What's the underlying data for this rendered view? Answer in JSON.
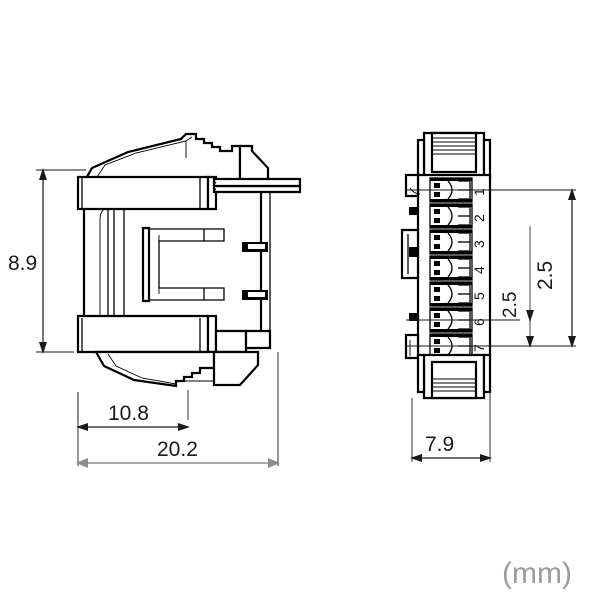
{
  "drawing": {
    "title": "connector-dimensional-drawing",
    "units_label": "(mm)",
    "units_color": "#9b9b9b",
    "line_color": "#000000",
    "dim_color": "#1a1a1a",
    "dim_gray_color": "#8c8c8c",
    "background": "#ffffff"
  },
  "dimensions": {
    "height_left": "8.9",
    "inner_width": "10.8",
    "overall_width": "20.2",
    "side_width": "7.9",
    "pitch_outer": "2.5",
    "pitch_inner": "2.5"
  },
  "side_view": {
    "name": "side-view",
    "pin_numbers": [
      "1",
      "2",
      "3",
      "4",
      "5",
      "6",
      "7"
    ],
    "pin_count": 7
  },
  "front_view": {
    "name": "front-view",
    "slot_count": 3
  }
}
